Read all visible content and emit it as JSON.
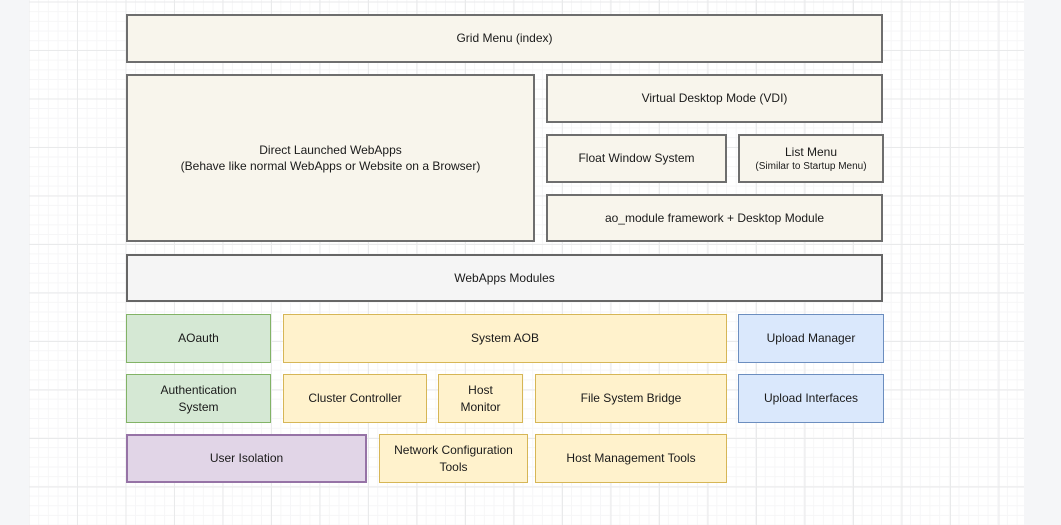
{
  "diagram": {
    "boxes": {
      "grid_menu": {
        "label": "Grid Menu (index)"
      },
      "direct_webapps": {
        "label": "Direct Launched WebApps",
        "sublabel": "(Behave like normal WebApps or Website on a Browser)"
      },
      "vdi": {
        "label": "Virtual Desktop Mode (VDI)"
      },
      "float_window": {
        "label": "Float Window System"
      },
      "list_menu": {
        "label": "List Menu",
        "sublabel": "(Similar to Startup Menu)"
      },
      "ao_module": {
        "label": "ao_module framework + Desktop Module"
      },
      "webapps_modules": {
        "label": "WebApps Modules"
      },
      "aoauth": {
        "label": "AOauth"
      },
      "system_aob": {
        "label": "System AOB"
      },
      "upload_manager": {
        "label": "Upload Manager"
      },
      "auth_system": {
        "label": "Authentication System"
      },
      "cluster_controller": {
        "label": "Cluster Controller"
      },
      "host_monitor": {
        "label": "Host Monitor"
      },
      "fs_bridge": {
        "label": "File System Bridge"
      },
      "upload_interfaces": {
        "label": "Upload Interfaces"
      },
      "user_isolation": {
        "label": "User Isolation"
      },
      "network_config": {
        "label": "Network Configuration Tools"
      },
      "host_mgmt": {
        "label": "Host Management Tools"
      }
    },
    "palette": {
      "cream_fill": "#F8F5EC",
      "cream_border": "#6E6E6E",
      "gray_fill": "#F5F5F5",
      "gray_border": "#666666",
      "green_fill": "#D5E8D4",
      "green_border": "#82B366",
      "yellow_fill": "#FFF2CC",
      "yellow_border": "#D6B656",
      "blue_fill": "#DAE8FC",
      "blue_border": "#6C8EBF",
      "purple_fill": "#E1D5E7",
      "purple_border": "#9673A6",
      "page_margin": "#F5F6F8",
      "canvas": "#FFFFFF"
    }
  }
}
